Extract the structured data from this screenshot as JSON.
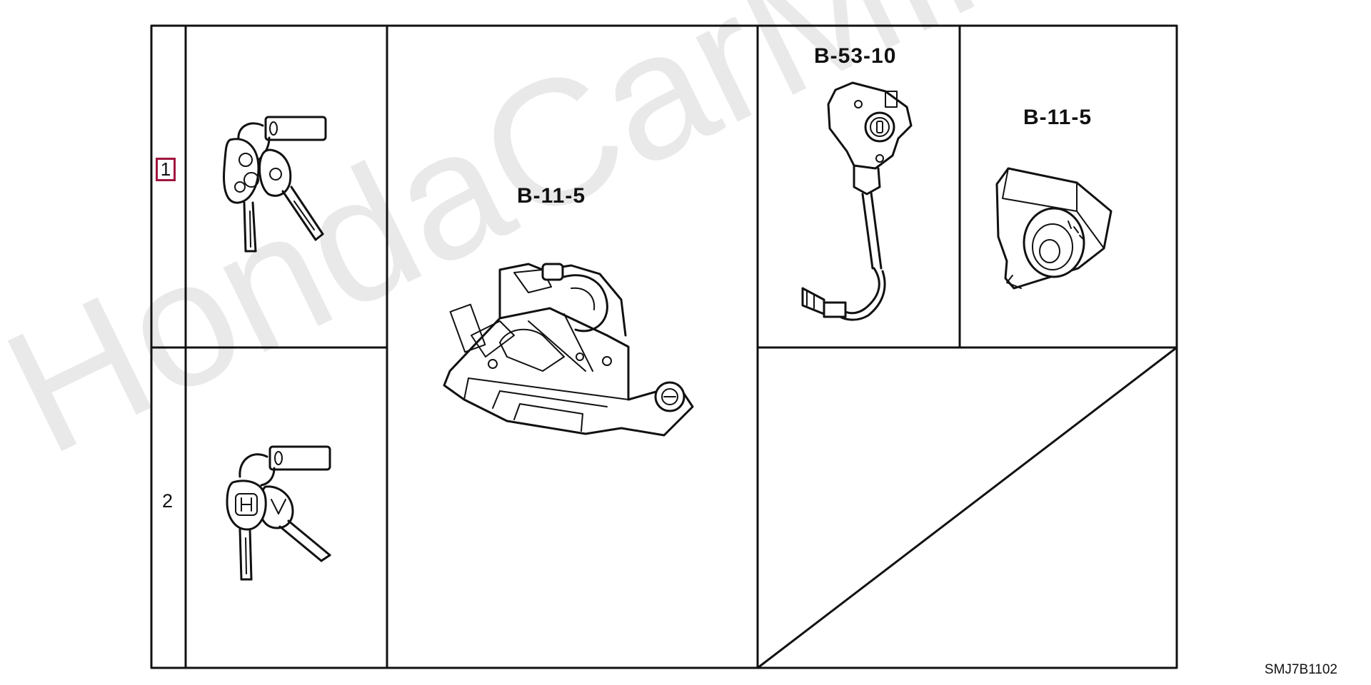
{
  "watermark": "HondaCarMine.ru",
  "rows": [
    {
      "number": "1",
      "highlighted": true
    },
    {
      "number": "2",
      "highlighted": false
    }
  ],
  "cells": {
    "ignition_switch_assembly": {
      "ref": "B-11-5"
    },
    "door_cylinder": {
      "ref": "B-53-10"
    },
    "ignition_switch": {
      "ref": "B-11-5"
    }
  },
  "diagram_code": "SMJ7B1102",
  "colors": {
    "highlight_border": "#a0153e",
    "line": "#111111",
    "watermark": "#e9e9e9"
  }
}
